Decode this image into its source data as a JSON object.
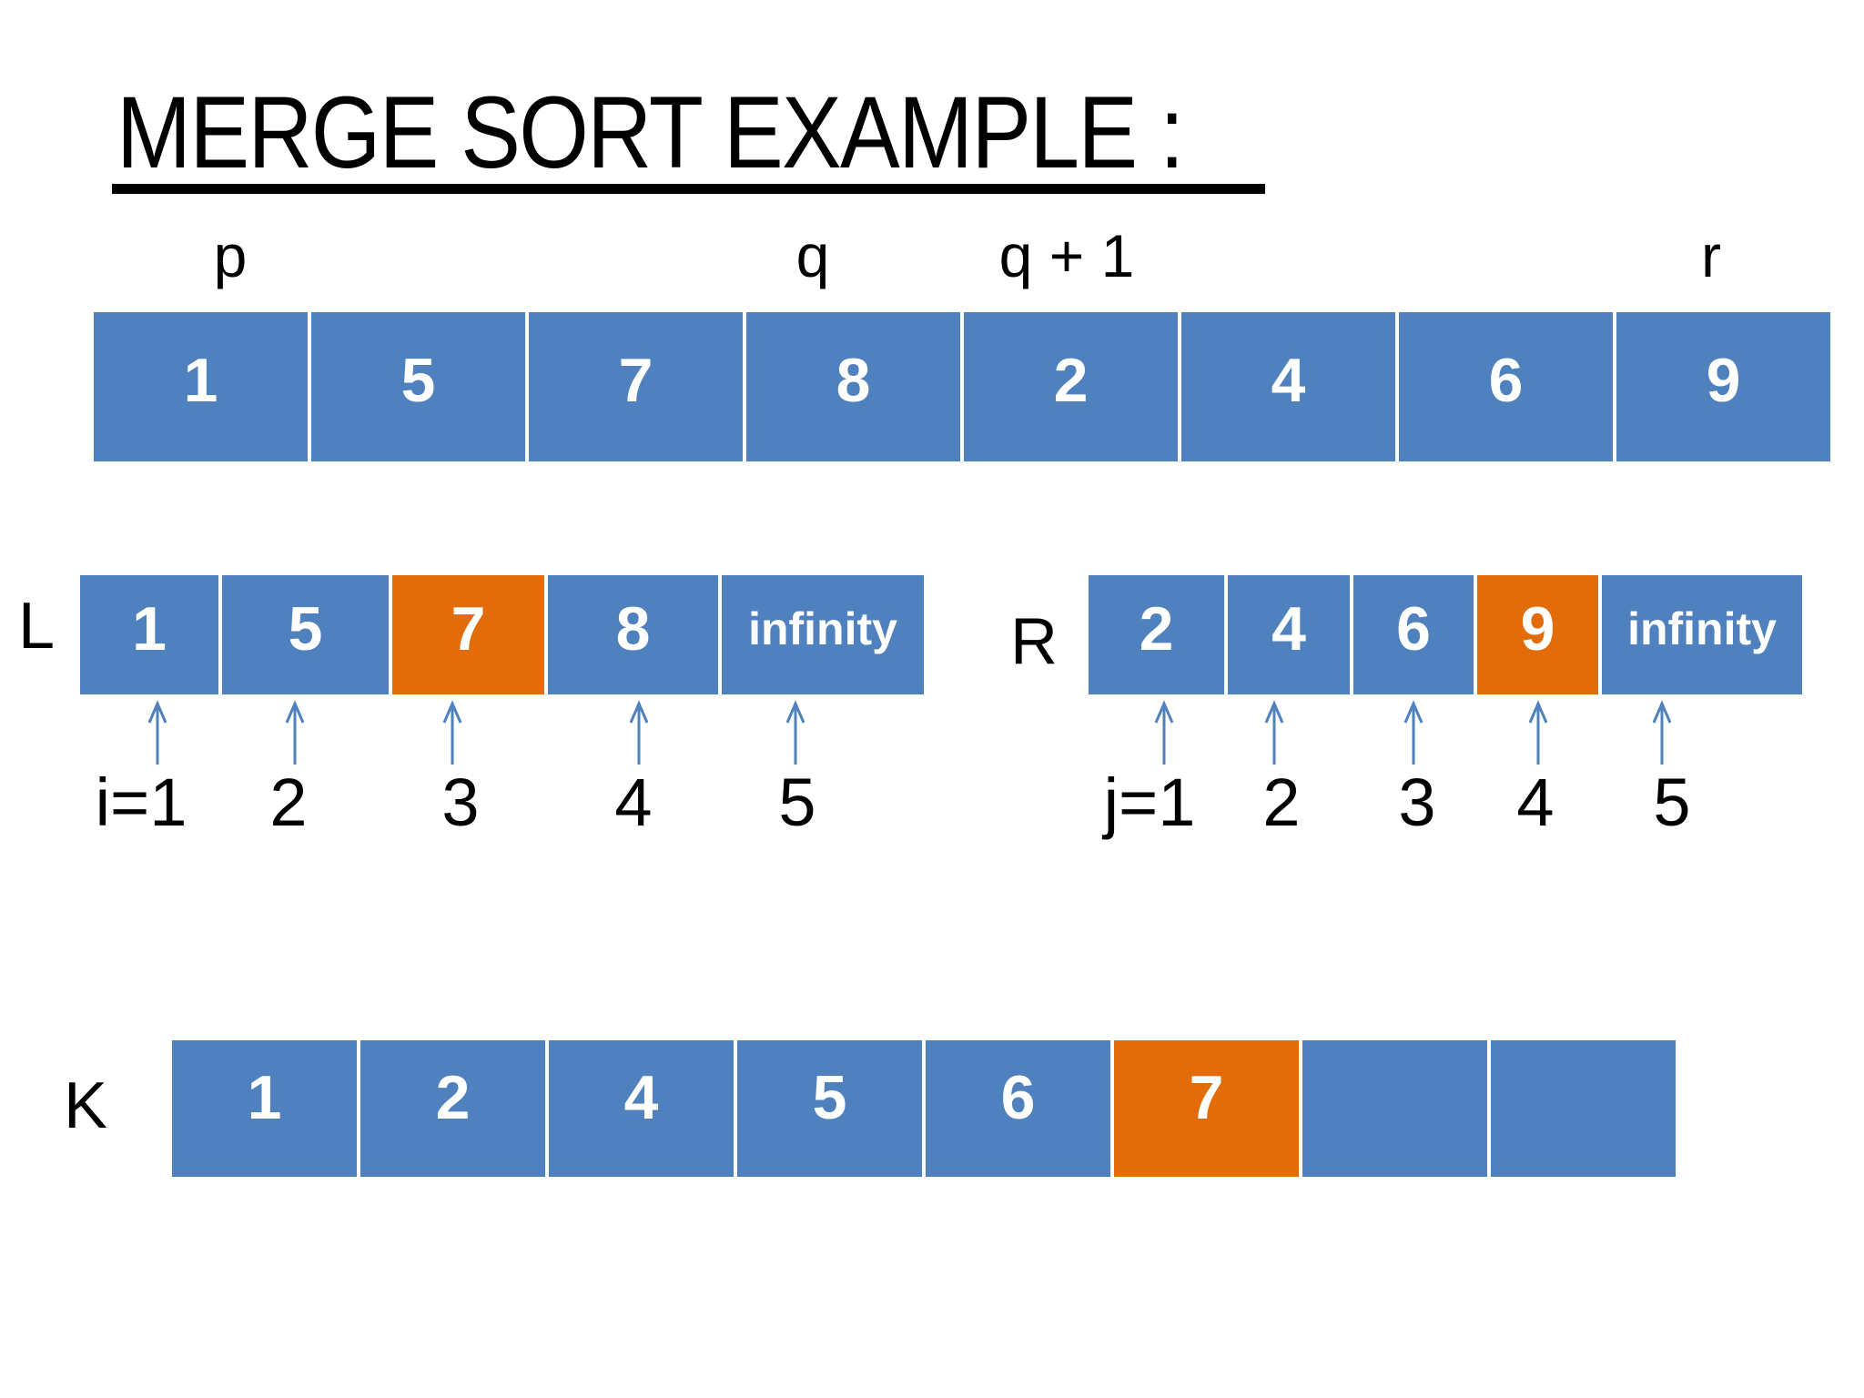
{
  "title": {
    "text": "MERGE SORT EXAMPLE :"
  },
  "pointer_labels": {
    "p": "p",
    "q": "q",
    "q_plus_one": "q + 1",
    "r": "r"
  },
  "main_array": {
    "cells": [
      "1",
      "5",
      "7",
      "8",
      "2",
      "4",
      "6",
      "9"
    ]
  },
  "left_array": {
    "name_label": "L",
    "cells": [
      "1",
      "5",
      "7",
      "8",
      "infinity"
    ],
    "highlighted_index": 2,
    "highlighted_value": "7",
    "index_labels": [
      "i=1",
      "2",
      "3",
      "4",
      "5"
    ]
  },
  "right_array": {
    "name_label": "R",
    "cells": [
      "2",
      "4",
      "6",
      "9",
      "infinity"
    ],
    "highlighted_index": 3,
    "highlighted_value": "9",
    "index_labels": [
      "j=1",
      "2",
      "3",
      "4",
      "5"
    ]
  },
  "output_array": {
    "name_label": "K",
    "cells": [
      "1",
      "2",
      "4",
      "5",
      "6",
      "7",
      "",
      ""
    ],
    "highlighted_index": 5,
    "highlighted_value": "7"
  },
  "colors": {
    "cell_blue": "#4E81BD",
    "cell_highlight_orange": "#E36C0A",
    "arrow_blue": "#4F81BD",
    "text_black": "#000000",
    "cell_text_white": "#FFFFFF"
  }
}
